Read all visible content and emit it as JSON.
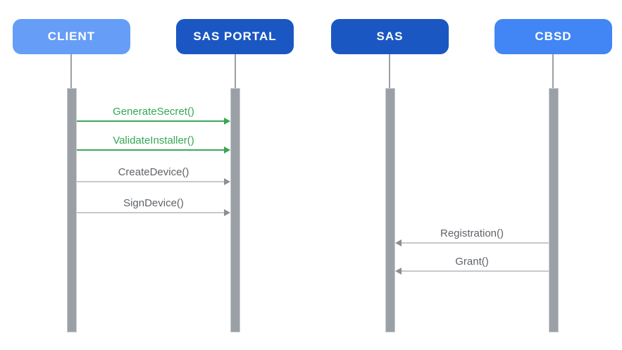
{
  "diagram": {
    "type": "sequence-diagram",
    "actors": [
      {
        "label": "CLIENT",
        "color": "#669df6",
        "text_color": "#ffffff"
      },
      {
        "label": "SAS PORTAL",
        "color": "#1b57c2",
        "text_color": "#ffffff"
      },
      {
        "label": "SAS",
        "color": "#1b57c2",
        "text_color": "#ffffff"
      },
      {
        "label": "CBSD",
        "color": "#4285f4",
        "text_color": "#ffffff"
      }
    ],
    "messages": [
      {
        "label": "GenerateSecret()",
        "from": "CLIENT",
        "to": "SAS PORTAL",
        "direction": "right",
        "color": "#34a853"
      },
      {
        "label": "ValidateInstaller()",
        "from": "CLIENT",
        "to": "SAS PORTAL",
        "direction": "right",
        "color": "#34a853"
      },
      {
        "label": "CreateDevice()",
        "from": "CLIENT",
        "to": "SAS PORTAL",
        "direction": "right",
        "color": "#5f6368"
      },
      {
        "label": "SignDevice()",
        "from": "CLIENT",
        "to": "SAS PORTAL",
        "direction": "right",
        "color": "#5f6368"
      },
      {
        "label": "Registration()",
        "from": "CBSD",
        "to": "SAS",
        "direction": "left",
        "color": "#5f6368"
      },
      {
        "label": "Grant()",
        "from": "CBSD",
        "to": "SAS",
        "direction": "left",
        "color": "#5f6368"
      }
    ],
    "colors": {
      "background": "#ffffff",
      "lifeline": "#9aa0a6",
      "activation_bar": "#9aa0a6",
      "green_message": "#34a853",
      "gray_message_text": "#5f6368",
      "gray_message_line": "#c6c9cd"
    }
  }
}
